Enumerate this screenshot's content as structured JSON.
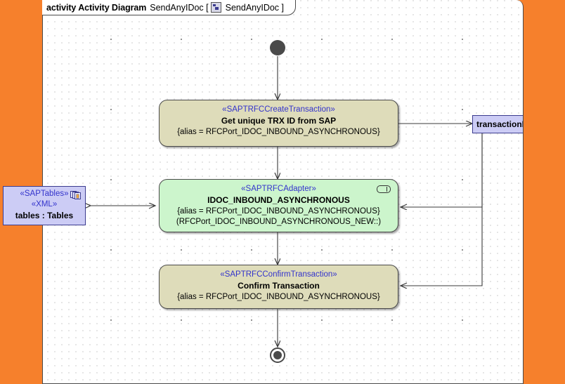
{
  "frame": {
    "keyword": "activity Activity Diagram",
    "name": "SendAnyIDoc [",
    "icon": "activity-diagram-icon",
    "inner_name": "SendAnyIDoc ]"
  },
  "nodes": {
    "initial": {
      "name": "initial-node"
    },
    "final": {
      "name": "activity-final-node"
    },
    "create_transaction": {
      "stereotype": "«SAPTRFCCreateTransaction»",
      "title": "Get unique TRX ID from SAP",
      "property": "{alias = RFCPort_IDOC_INBOUND_ASYNCHRONOUS}",
      "fill": "#DEDCBA"
    },
    "adapter": {
      "stereotype": "«SAPTRFCAdapter»",
      "title": "IDOC_INBOUND_ASYNCHRONOUS",
      "property_1": "{alias = RFCPort_IDOC_INBOUND_ASYNCHRONOUS}",
      "property_2": "(RFCPort_IDOC_INBOUND_ASYNCHRONOUS_NEW::)",
      "fill": "#CCF5CC",
      "pin_icon": "pin-icon"
    },
    "confirm_transaction": {
      "stereotype": "«SAPTRFCConfirmTransaction»",
      "title": "Confirm Transaction",
      "property": "{alias = RFCPort_IDOC_INBOUND_ASYNCHRONOUS}",
      "fill": "#DEDCBA"
    },
    "tables_object": {
      "stereotype_1": "«SAPTables»",
      "stereotype_2": "«XML»",
      "title": "tables : Tables",
      "icon": "stacked-documents-icon",
      "fill": "#CCCCF5"
    },
    "transaction_id_object": {
      "title": "transactionID : String",
      "fill": "#CCCCF5"
    }
  },
  "colors": {
    "background": "#F6802C",
    "canvas": "#FFFFFF",
    "action_tan": "#DEDCBA",
    "action_green": "#CCF5CC",
    "object_lavender": "#CCCCF5",
    "stereotype_text": "#3333CC",
    "line": "#3A3A3A"
  }
}
